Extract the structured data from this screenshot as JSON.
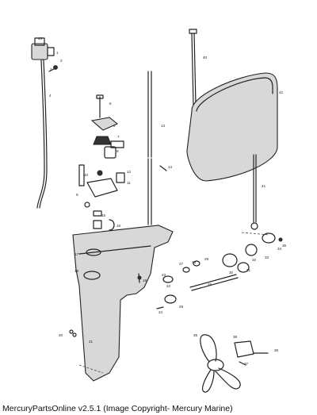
{
  "diagram": {
    "callouts": [
      "1",
      "2",
      "3",
      "4",
      "5",
      "6",
      "7",
      "8",
      "9",
      "10",
      "11",
      "12",
      "13",
      "14",
      "15",
      "16",
      "17",
      "18",
      "19",
      "20",
      "21",
      "22",
      "23",
      "24",
      "25",
      "26",
      "27",
      "28",
      "29",
      "30",
      "31",
      "32",
      "33",
      "34",
      "35",
      "36",
      "37",
      "38",
      "39",
      "40",
      "41",
      "42",
      "43"
    ]
  },
  "footer": {
    "caption": "MercuryPartsOnline v2.5.1 (Image Copyright- Mercury Marine)"
  }
}
